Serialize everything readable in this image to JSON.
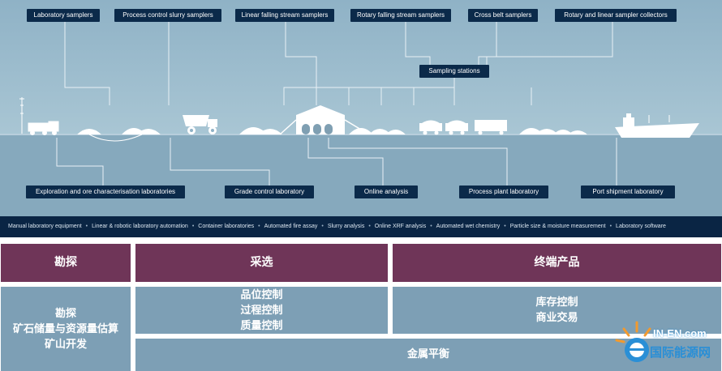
{
  "samplers": {
    "laboratory": "Laboratory samplers",
    "process_slurry": "Process control slurry samplers",
    "linear_falling": "Linear falling stream samplers",
    "rotary_falling": "Rotary falling stream samplers",
    "cross_belt": "Cross belt samplers",
    "rotary_linear_collectors": "Rotary and linear sampler collectors",
    "sampling_stations": "Sampling stations"
  },
  "laboratories": {
    "exploration": "Exploration and ore characterisation laboratories",
    "grade_control": "Grade control laboratory",
    "online_analysis": "Online analysis",
    "process_plant": "Process plant laboratory",
    "port_shipment": "Port shipment laboratory"
  },
  "products_strip": [
    "Manual laboratory equipment",
    "Linear & robotic laboratory automation",
    "Container laboratories",
    "Automated fire assay",
    "Slurry analysis",
    "Online XRF analysis",
    "Automated wet chemistry",
    "Particle size & moisture measurement",
    "Laboratory software"
  ],
  "table": {
    "headers": [
      "勘探",
      "采选",
      "终端产品"
    ],
    "exploration_items": [
      "勘探",
      "矿石储量与资源量估算",
      "矿山开发"
    ],
    "mining_items": [
      "品位控制",
      "过程控制",
      "质量控制"
    ],
    "product_items": [
      "库存控制",
      "商业交易"
    ],
    "footer": "金属平衡"
  },
  "watermark": {
    "top": "IN-EN.com",
    "bottom": "国际能源网"
  },
  "colors": {
    "sky": "#9fbdce",
    "water": "#86a9bd",
    "navy_box": "#0b2a4a",
    "header_purple": "#6f3558",
    "cell_blue": "#7d9fb5",
    "watermark_blue": "#2a8fd6",
    "watermark_orange": "#f29a2e"
  }
}
